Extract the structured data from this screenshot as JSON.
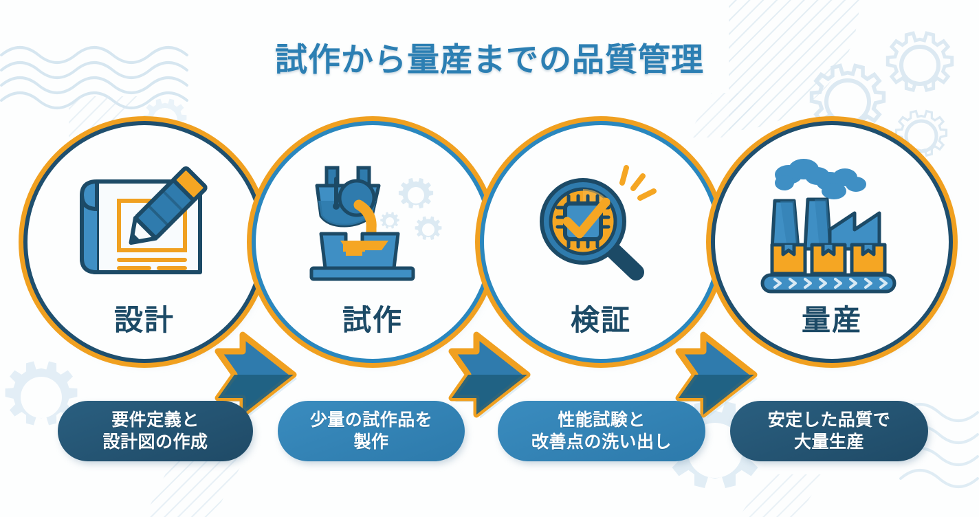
{
  "title": "試作から量産までの品質管理",
  "colors": {
    "title": "#2c7fb3",
    "accent_orange": "#f0a020",
    "ring_dark": "#1f4f6e",
    "ring_light": "#2a87be",
    "pill_dark": "#1f4a66",
    "pill_light": "#2d7aab",
    "label_text": "#1c4a66",
    "icon_blue": "#3a8cbf",
    "icon_navy": "#1c4a66",
    "background": "#fdfefe",
    "decor_blue": "#dce9f2"
  },
  "steps": [
    {
      "id": "design",
      "label": "設計",
      "icon": "blueprint-pencil-icon",
      "ring_style": "dark",
      "caption": {
        "line1": "要件定義と",
        "line2": "設計図の作成"
      },
      "caption_style": "dark"
    },
    {
      "id": "prototype",
      "label": "試作",
      "icon": "casting-ladle-mold-icon",
      "ring_style": "light",
      "caption": {
        "line1": "少量の試作品を",
        "line2": "製作"
      },
      "caption_style": "light"
    },
    {
      "id": "verification",
      "label": "検証",
      "icon": "magnifier-chip-check-icon",
      "ring_style": "light",
      "caption": {
        "line1": "性能試験と",
        "line2": "改善点の洗い出し"
      },
      "caption_style": "light"
    },
    {
      "id": "mass-production",
      "label": "量産",
      "icon": "factory-conveyor-boxes-icon",
      "ring_style": "dark",
      "caption": {
        "line1": "安定した品質で",
        "line2": "大量生産"
      },
      "caption_style": "dark"
    }
  ],
  "connectors": [
    {
      "id": "arrow-design-to-prototype",
      "icon": "right-arrow-icon"
    },
    {
      "id": "arrow-prototype-to-verification",
      "icon": "right-arrow-icon"
    },
    {
      "id": "arrow-verification-to-massproduction",
      "icon": "right-arrow-icon"
    }
  ],
  "decorations": [
    {
      "id": "wave-lines-top-left",
      "icon": "wave-lines-icon"
    },
    {
      "id": "wave-lines-bottom-right",
      "icon": "wave-lines-icon"
    },
    {
      "id": "hatch-quarter-circle-top-right",
      "icon": "diagonal-hatch-icon"
    },
    {
      "id": "hatch-patch-bottom-left",
      "icon": "diagonal-hatch-icon"
    },
    {
      "id": "hatch-patch-top-left-mid",
      "icon": "diagonal-hatch-icon"
    },
    {
      "id": "gear-outline-top-right-large",
      "icon": "gear-icon"
    },
    {
      "id": "gear-outline-top-right-medium",
      "icon": "gear-icon"
    },
    {
      "id": "gear-outline-top-right-small",
      "icon": "gear-icon"
    },
    {
      "id": "gear-filled-bottom-left",
      "icon": "gear-icon"
    },
    {
      "id": "gear-filled-bottom-center",
      "icon": "gear-icon"
    }
  ]
}
